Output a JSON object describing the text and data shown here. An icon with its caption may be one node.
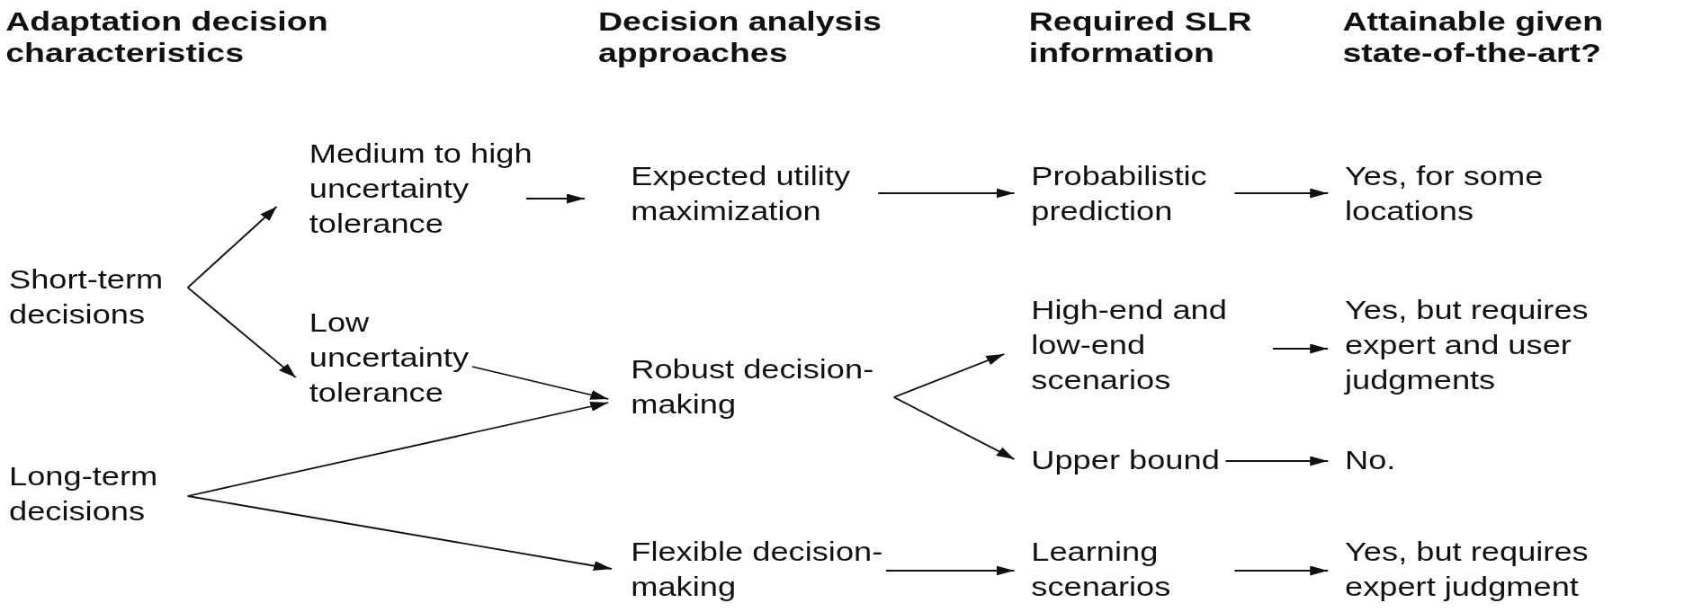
{
  "diagram": {
    "nodes": [
      {
        "text": [
          "Short-term decisions"
        ]
      },
      {
        "text": [
          "Medium to high uncertainty tolerance"
        ]
      },
      {
        "text": [
          "Low uncertainty tolerance"
        ]
      },
      {
        "text": [
          "Long-term decisions"
        ]
      },
      {
        "text": [
          "Expected utility maximization"
        ]
      },
      {
        "text": [
          "Robust decision-making"
        ]
      },
      {
        "text": [
          "Flexible decision-making"
        ]
      },
      {
        "text": [
          "Probabilistic prediction"
        ]
      },
      {
        "text": [
          "High-end and low-end scenarios"
        ]
      },
      {
        "text": [
          "Upper bound"
        ]
      },
      {
        "text": [
          "Learning scenarios"
        ]
      },
      {
        "text": [
          "Yes, for some locations"
        ]
      },
      {
        "text": [
          "Yes, but requires expert and user judgments"
        ]
      },
      {
        "text": [
          "No."
        ]
      },
      {
        "text": [
          "Yes, but requires expert judgment"
        ]
      }
    ],
    "edges": [
      {
        "from": 0,
        "to": 1,
        "arrow": "to"
      },
      {
        "from": 0,
        "to": 2,
        "arrow": "to"
      },
      {
        "from": 1,
        "to": 4,
        "arrow": "to"
      },
      {
        "from": 2,
        "to": 5,
        "arrow": "to"
      },
      {
        "from": 3,
        "to": 5,
        "arrow": "to"
      },
      {
        "from": 3,
        "to": 6,
        "arrow": "to"
      },
      {
        "from": 4,
        "to": 7,
        "arrow": "to"
      },
      {
        "from": 5,
        "to": 8,
        "arrow": "to"
      },
      {
        "from": 5,
        "to": 9,
        "arrow": "to"
      },
      {
        "from": 6,
        "to": 10,
        "arrow": "to"
      },
      {
        "from": 7,
        "to": 11,
        "arrow": "to"
      },
      {
        "from": 8,
        "to": 12,
        "arrow": "to"
      },
      {
        "from": 9,
        "to": 13,
        "arrow": "to"
      },
      {
        "from": 10,
        "to": 14,
        "arrow": "to"
      }
    ],
    "labels": [
      "Adaptation decision characteristics",
      "Decision analysis approaches",
      "Required SLR information",
      "Attainable given state-of-the-art?"
    ]
  }
}
